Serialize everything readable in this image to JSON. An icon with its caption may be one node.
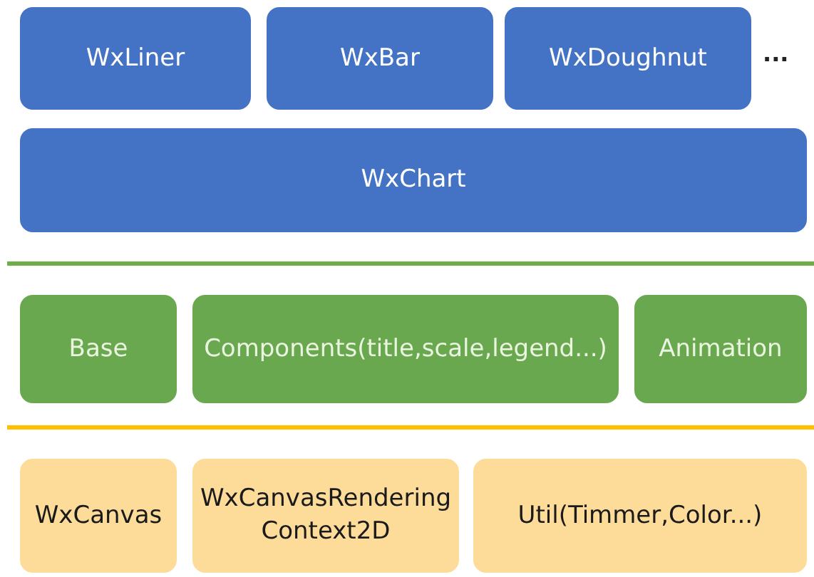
{
  "diagram": {
    "nodes": [
      {
        "text": [
          "WxLiner"
        ]
      },
      {
        "text": [
          "WxBar"
        ]
      },
      {
        "text": [
          "WxDoughnut"
        ]
      },
      {
        "text": [
          "WxChart"
        ]
      },
      {
        "text": [
          "Base"
        ]
      },
      {
        "text": [
          "Components(title,scale,legend...)"
        ]
      },
      {
        "text": [
          "Animation"
        ]
      },
      {
        "text": [
          "WxCanvas"
        ]
      },
      {
        "text": [
          "WxCanvasRendering Context2D"
        ]
      },
      {
        "text": [
          "Util(Timmer,Color...)"
        ]
      }
    ],
    "labels": [
      "..."
    ]
  }
}
